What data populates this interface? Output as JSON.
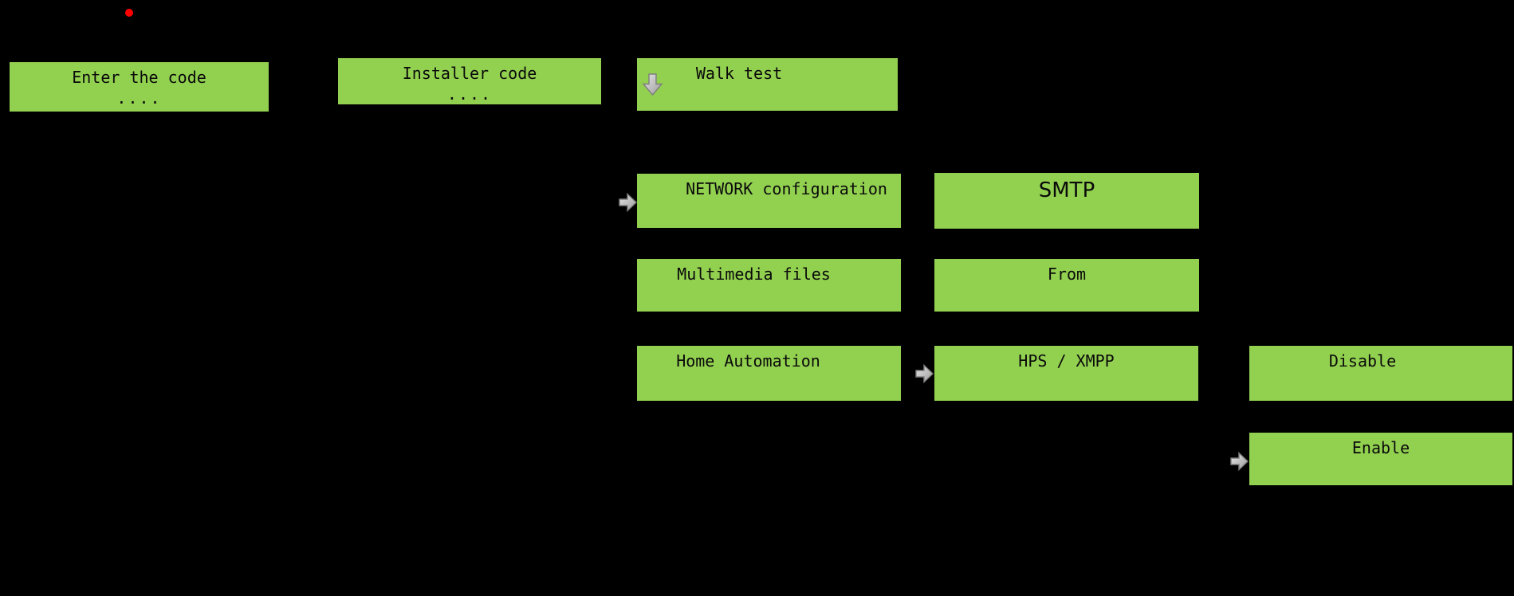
{
  "colors": {
    "box_fill": "#92d050",
    "box_text": "#0a0a0a",
    "background": "#000000",
    "arrow_fill_light": "#e6e6e6",
    "arrow_fill_dark": "#9c9c9c",
    "arrow_outline": "#7f7f7f",
    "marker_red": "#ff0000"
  },
  "boxes": {
    "enter_code": {
      "title": "Enter the code",
      "code": "...."
    },
    "installer_code": {
      "title": "Installer code",
      "code": "...."
    },
    "walk_test": {
      "label": "Walk test"
    },
    "network_config": {
      "label": "NETWORK configuration"
    },
    "smtp": {
      "label": "SMTP"
    },
    "multimedia_files": {
      "label": "Multimedia files"
    },
    "from": {
      "label": "From"
    },
    "home_automation": {
      "label": "Home Automation"
    },
    "hps_xmpp": {
      "label": "HPS / XMPP"
    },
    "disable": {
      "label": "Disable"
    },
    "enable": {
      "label": "Enable"
    }
  },
  "icons": {
    "top_marker": "red-dot-icon",
    "walk_test_icon": "arrow-down-icon",
    "network_entry_icon": "arrow-right-icon",
    "hps_entry_icon": "arrow-right-icon",
    "enable_entry_icon": "arrow-right-icon"
  }
}
